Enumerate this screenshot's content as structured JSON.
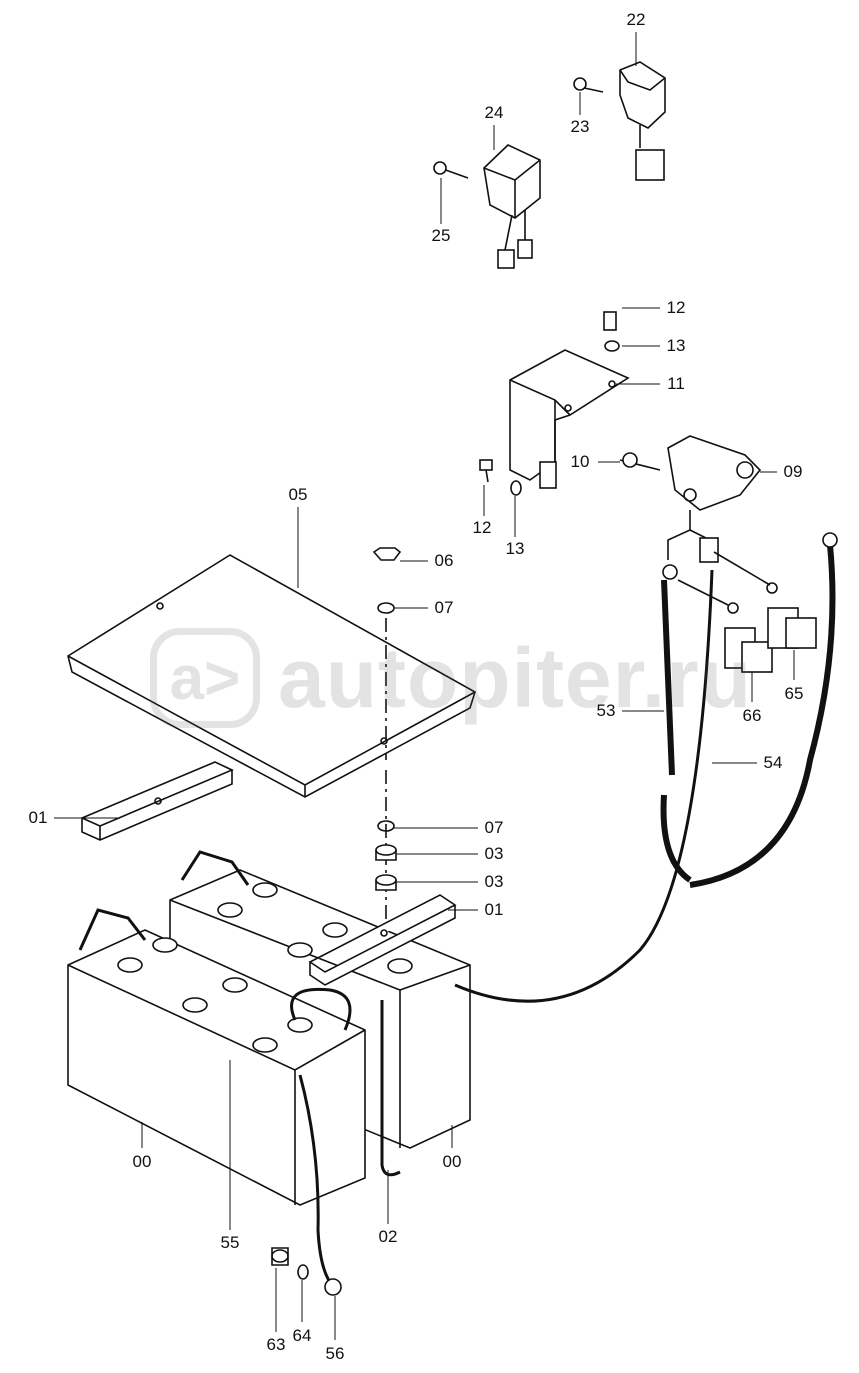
{
  "labels": [
    "22",
    "23",
    "24",
    "25",
    "12",
    "13",
    "11",
    "10",
    "09",
    "12",
    "13",
    "05",
    "06",
    "07",
    "53",
    "54",
    "66",
    "65",
    "01",
    "07",
    "03",
    "03",
    "01",
    "00",
    "00",
    "55",
    "02",
    "63",
    "64",
    "56"
  ],
  "watermark": {
    "logo": "a>",
    "text": "autopiter.ru"
  }
}
